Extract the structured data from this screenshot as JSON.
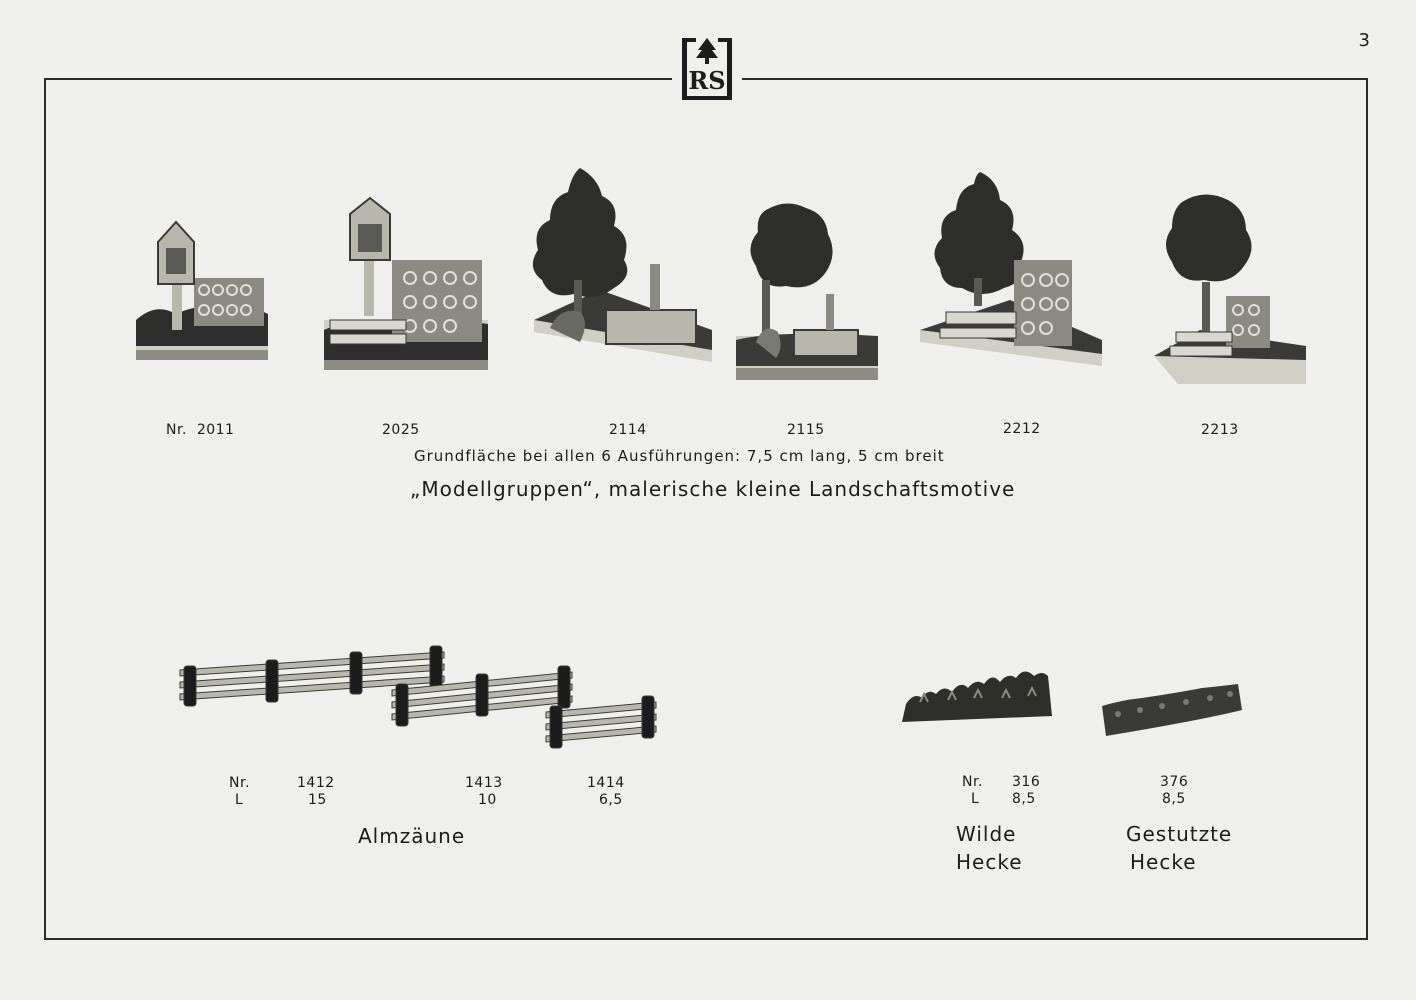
{
  "page_number": "3",
  "logo": {
    "text": "RS",
    "icon": "tree-monogram-logo"
  },
  "modellgruppen": {
    "prefix": "Nr.",
    "items": [
      "2011",
      "2025",
      "2114",
      "2115",
      "2212",
      "2213"
    ],
    "base_note": "Grundfläche bei allen 6 Ausführungen: 7,5 cm lang, 5 cm breit",
    "heading": "„Modellgruppen“, malerische kleine Landschaftsmotive"
  },
  "almzaeune": {
    "nr_label": "Nr.",
    "l_label": "L",
    "items": [
      {
        "nr": "1412",
        "l": "15"
      },
      {
        "nr": "1413",
        "l": "10"
      },
      {
        "nr": "1414",
        "l": "6,5"
      }
    ],
    "caption": "Almzäune"
  },
  "hecken": {
    "nr_label": "Nr.",
    "l_label": "L",
    "items": [
      {
        "nr": "316",
        "l": "8,5",
        "caption_1": "Wilde",
        "caption_2": "Hecke"
      },
      {
        "nr": "376",
        "l": "8,5",
        "caption_1": "Gestutzte",
        "caption_2": "Hecke"
      }
    ]
  },
  "colors": {
    "paper": "#efefec",
    "ink": "#1c1c1c",
    "wood": "#b8b7ae",
    "foliage": "#2e2e2a",
    "base": "#cfcfc6"
  }
}
